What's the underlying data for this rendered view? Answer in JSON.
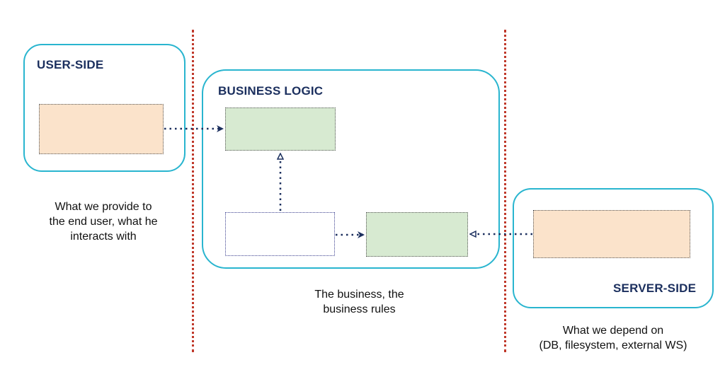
{
  "panels": {
    "user_side": {
      "title": "USER-SIDE"
    },
    "business_logic": {
      "title": "BUSINESS LOGIC"
    },
    "server_side": {
      "title": "SERVER-SIDE"
    }
  },
  "captions": {
    "user_side": [
      "What we provide to",
      "the end user, what he",
      "interacts with"
    ],
    "business_logic": [
      "The business, the",
      "business rules"
    ],
    "server_side": [
      "What we depend on",
      "(DB, filesystem, external WS)"
    ]
  },
  "colors": {
    "panel_border": "#29b5cf",
    "title": "#1b2f5e",
    "divider": "#c0392b",
    "arrow": "#1b2f5e",
    "orange_box": "#fbe3cb",
    "green_box": "#d7ead1",
    "white_box": "#ffffff"
  }
}
